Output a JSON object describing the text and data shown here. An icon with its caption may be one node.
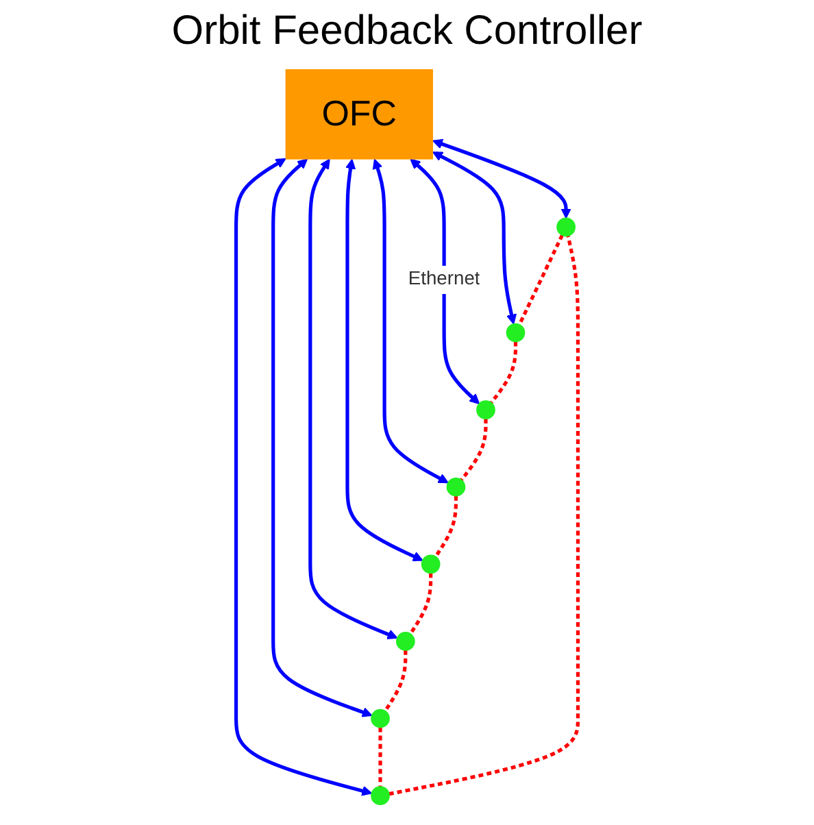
{
  "diagram": {
    "title": "Orbit Feedback Controller",
    "nodes": [
      {
        "text": [],
        "shape": "circle"
      },
      {
        "text": [],
        "shape": "circle"
      },
      {
        "text": [],
        "shape": "circle"
      },
      {
        "text": [],
        "shape": "circle"
      },
      {
        "text": [
          "OFC"
        ]
      },
      {
        "text": [],
        "shape": "circle"
      },
      {
        "text": [],
        "shape": "circle"
      },
      {
        "text": [],
        "shape": "circle"
      },
      {
        "text": [],
        "shape": "circle"
      }
    ],
    "edges": [
      {
        "from": 4,
        "to": 0,
        "arrow": "both",
        "color": "#0000ff"
      },
      {
        "from": 4,
        "to": 1,
        "arrow": "both",
        "color": "#0000ff"
      },
      {
        "from": 4,
        "to": 2,
        "arrow": "both",
        "color": "#0000ff"
      },
      {
        "from": 4,
        "to": 3,
        "arrow": "both",
        "color": "#0000ff"
      },
      {
        "from": 4,
        "to": 5,
        "arrow": "both",
        "label": "Ethernet",
        "color": "#0000ff"
      },
      {
        "from": 4,
        "to": 6,
        "arrow": "both",
        "color": "#0000ff"
      },
      {
        "from": 4,
        "to": 7,
        "arrow": "both",
        "color": "#0000ff"
      },
      {
        "from": 4,
        "to": 8,
        "arrow": "both",
        "color": "#0000ff"
      },
      {
        "from": 0,
        "to": 2,
        "arrow": "none",
        "style": "dashed",
        "color": "#ff0000"
      },
      {
        "from": 2,
        "to": 5,
        "arrow": "none",
        "style": "dashed",
        "color": "#ff0000"
      },
      {
        "from": 5,
        "to": 6,
        "arrow": "none",
        "style": "dashed",
        "color": "#ff0000"
      },
      {
        "from": 6,
        "to": 8,
        "arrow": "none",
        "style": "dashed",
        "color": "#ff0000"
      },
      {
        "from": 8,
        "to": 7,
        "arrow": "none",
        "style": "dashed",
        "color": "#ff0000"
      },
      {
        "from": 7,
        "to": 3,
        "arrow": "none",
        "style": "dashed",
        "color": "#ff0000"
      },
      {
        "from": 3,
        "to": 1,
        "arrow": "none",
        "style": "dashed",
        "color": "#ff0000"
      },
      {
        "from": 1,
        "to": 0,
        "arrow": "none",
        "style": "dashed",
        "color": "#ff0000"
      }
    ]
  }
}
